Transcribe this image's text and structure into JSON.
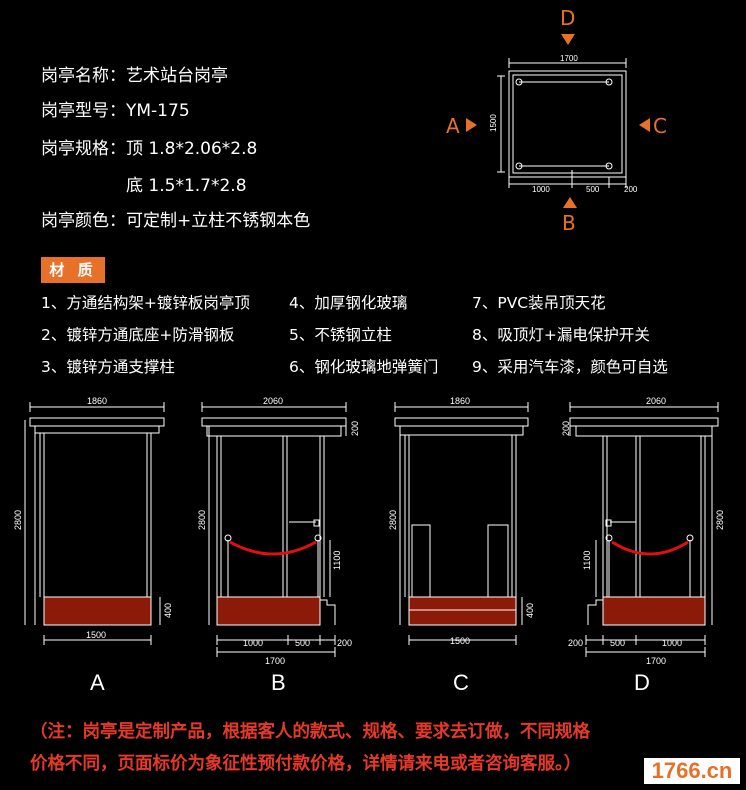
{
  "specs": {
    "name": "岗亭名称：艺术站台岗亭",
    "model": "岗亭型号：YM-175",
    "size_top": "岗亭规格：顶 1.8*2.06*2.8",
    "size_bottom": "底 1.5*1.7*2.8",
    "color": "岗亭颜色：可定制+立柱不锈钢本色"
  },
  "materials": {
    "title": "材 质",
    "items": [
      "1、方通结构架+镀锌板岗亭顶",
      "2、镀锌方通底座+防滑钢板",
      "3、镀锌方通支撑柱",
      "4、加厚钢化玻璃",
      "5、不锈钢立柱",
      "6、钢化玻璃地弹簧门",
      "7、PVC装吊顶天花",
      "8、吸顶灯+漏电保护开关",
      "9、采用汽车漆，颜色可自选"
    ]
  },
  "plan": {
    "dir_top": "D",
    "dir_left": "A",
    "dir_right": "C",
    "dir_bottom": "B",
    "dim_top": "1700",
    "dim_left": "1500",
    "dim_b1": "1000",
    "dim_b2": "500",
    "dim_b3": "200"
  },
  "elevations": [
    {
      "letter": "A",
      "top": "1860",
      "height": "2800",
      "base_h": "400",
      "bottom": "1500"
    },
    {
      "letter": "B",
      "top": "2060",
      "height": "2800",
      "roof_h": "200",
      "rail_h": "1100",
      "b1": "1000",
      "b2": "500",
      "b3": "200",
      "total": "1700"
    },
    {
      "letter": "C",
      "top": "1860",
      "height": "2800",
      "base_h": "400",
      "bottom": "1500"
    },
    {
      "letter": "D",
      "top": "2060",
      "height": "2800",
      "roof_h": "200",
      "rail_h": "1100",
      "b1": "500",
      "b2": "1000",
      "b3": "200",
      "total": "1700"
    }
  ],
  "note": {
    "line1": "（注：岗亭是定制产品，根据客人的款式、规格、要求去订做，不同规格",
    "line2": "价格不同，页面标价为象征性预付款价格，详情请来电或者咨询客服。）"
  },
  "logo": "1766.cn",
  "colors": {
    "accent": "#e8712a",
    "note": "#e53a2a",
    "base": "#8b1a08",
    "rope": "#e01010"
  }
}
